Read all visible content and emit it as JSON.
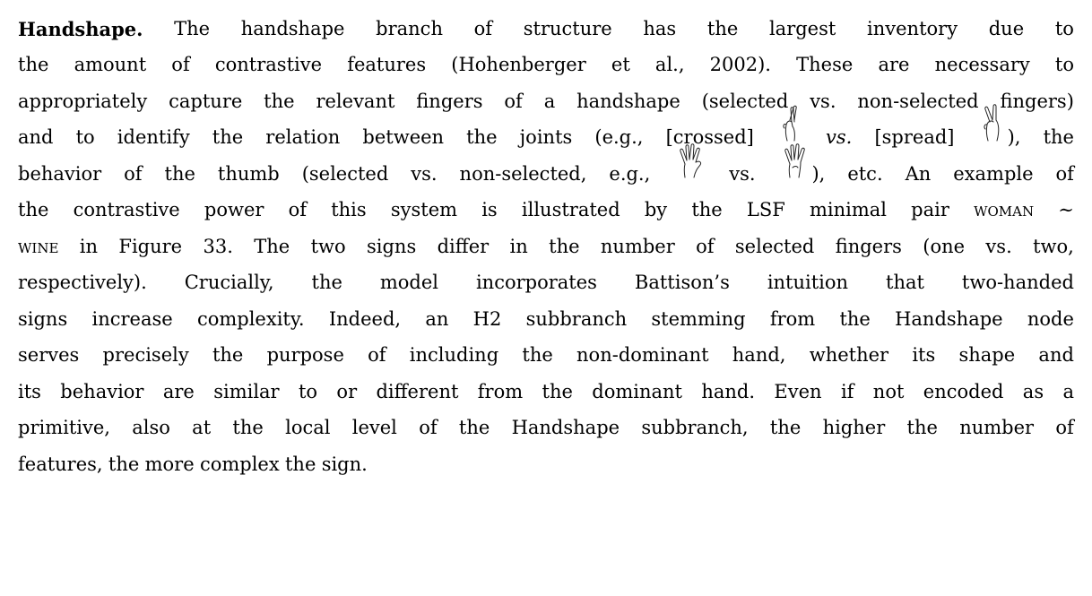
{
  "paragraph": {
    "heading": "Handshape.",
    "lines": [
      [
        "The",
        "handshape",
        "branch",
        "of",
        "structure",
        "has",
        "the",
        "largest",
        "inventory",
        "due",
        "to"
      ],
      [
        "the",
        "amount",
        "of",
        "contrastive",
        "features",
        "(Hohenberger",
        "et",
        "al.,",
        "2002).",
        "These",
        "are",
        "necessary",
        "to"
      ],
      [
        "appropriately",
        "capture",
        "the",
        "relevant",
        "fingers",
        "of",
        "a",
        "handshape",
        "(selected",
        "vs.",
        "non-selected",
        "fingers)"
      ],
      [
        "and",
        "to",
        "identify",
        "the",
        "relation",
        "between",
        "the",
        "joints",
        "(e.g.,",
        "[crossed]",
        "{hand:crossed}",
        "{it:vs.}",
        "[spread]",
        "{hand:spread}),",
        "the"
      ],
      [
        "behavior",
        "of",
        "the",
        "thumb",
        "(selected",
        "vs.",
        "non-selected,",
        "e.g.,",
        "{hand:thumb-selected}",
        "vs.",
        "{hand:thumb-nonselected}),",
        "etc.",
        "An",
        "example",
        "of"
      ],
      [
        "the",
        "contrastive",
        "power",
        "of",
        "this",
        "system",
        "is",
        "illustrated",
        "by",
        "the",
        "LSF",
        "minimal",
        "pair",
        "{sc:woman}",
        "∼"
      ],
      [
        "{sc:wine}",
        "in",
        "Figure",
        "33.",
        "The",
        "two",
        "signs",
        "differ",
        "in",
        "the",
        "number",
        "of",
        "selected",
        "fingers",
        "(one",
        "vs.",
        "two,"
      ],
      [
        "respectively).",
        "Crucially,",
        "the",
        "model",
        "incorporates",
        "Battison’s",
        "intuition",
        "that",
        "two-handed"
      ],
      [
        "signs",
        "increase",
        "complexity.",
        "Indeed,",
        "an",
        "H2",
        "subbranch",
        "stemming",
        "from",
        "the",
        "Handshape",
        "node"
      ],
      [
        "serves",
        "precisely",
        "the",
        "purpose",
        "of",
        "including",
        "the",
        "non-dominant",
        "hand,",
        "whether",
        "its",
        "shape",
        "and"
      ],
      [
        "its",
        "behavior",
        "are",
        "similar",
        "to",
        "or",
        "different",
        "from",
        "the",
        "dominant",
        "hand.",
        "Even",
        "if",
        "not",
        "encoded",
        "as",
        "a"
      ],
      [
        "primitive,",
        "also",
        "at",
        "the",
        "local",
        "level",
        "of",
        "the",
        "Handshape",
        "subbranch,",
        "the",
        "higher",
        "the",
        "number",
        "of"
      ],
      [
        "features,",
        "the",
        "more",
        "complex",
        "the",
        "sign."
      ]
    ]
  },
  "icons": {
    "crossed": "crossed-fingers-hand-icon",
    "spread": "spread-fingers-hand-icon",
    "thumb-selected": "open-hand-thumb-selected-icon",
    "thumb-nonselected": "open-hand-thumb-nonselected-icon"
  }
}
